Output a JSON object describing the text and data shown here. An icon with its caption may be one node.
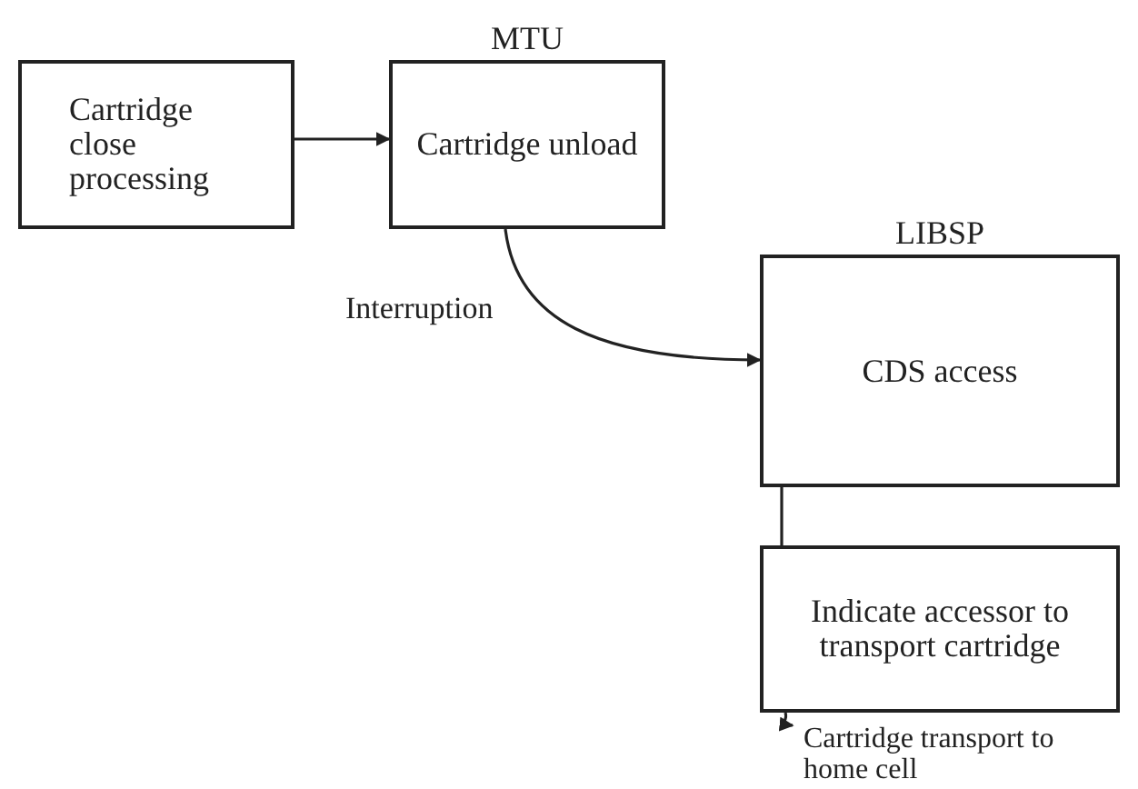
{
  "diagram": {
    "nodes": [
      {
        "text": [
          "Cartridge close processing"
        ]
      },
      {
        "text": [
          "MTU",
          "Cartridge unload"
        ]
      },
      {
        "text": [
          "LIBSP",
          "CDS access"
        ]
      },
      {
        "text": [
          "Indicate accessor to transport cartridge"
        ]
      },
      {
        "text": [
          "Cartridge transport to home cell"
        ]
      }
    ],
    "edges": [
      {
        "from": 0,
        "to": 1,
        "arrow": "to"
      },
      {
        "from": 1,
        "to": 2,
        "arrow": "to",
        "label": "Interruption"
      },
      {
        "from": 2,
        "to": 3,
        "arrow": "none"
      },
      {
        "from": 3,
        "to": 4,
        "arrow": "to"
      }
    ]
  }
}
